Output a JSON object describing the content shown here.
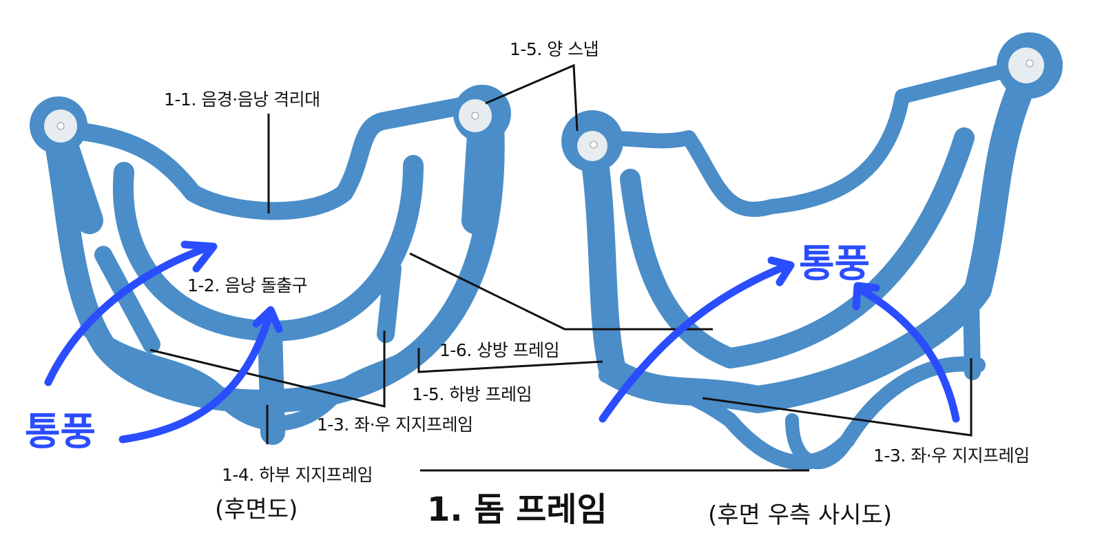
{
  "title": "1. 돔 프레임",
  "views": {
    "rear": "(후면도)",
    "rear_right_oblique": "(후면 우측 사시도)"
  },
  "ventilation_label": "통풍",
  "labels": {
    "snap_both": "1-5. 양 스냅",
    "separator": "1-1. 음경·음낭 격리대",
    "protrusion": "1-2. 음낭 돌출구",
    "upper_frame": "1-6. 상방 프레임",
    "lower_frame": "1-5. 하방 프레임",
    "side_support_left": "1-3. 좌·우 지지프레임",
    "bottom_support": "1-4. 하부 지지프레임",
    "side_support_right": "1-3. 좌·우 지지프레임"
  },
  "colors": {
    "frame": "#4a8dc8",
    "frame_dark": "#3a78b3",
    "arrow": "#2a4dff",
    "snap": "#e6ecef"
  }
}
